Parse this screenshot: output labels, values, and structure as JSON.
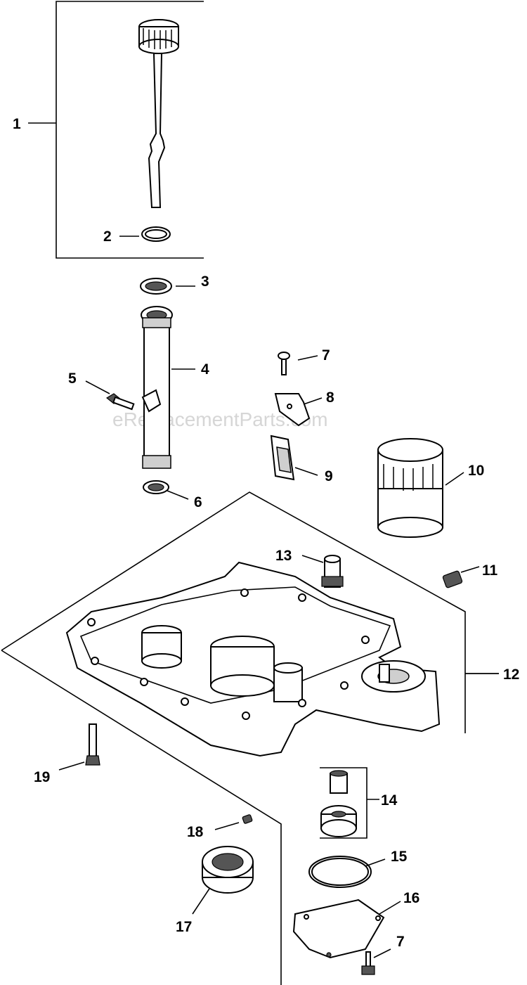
{
  "watermark": "eReplacementParts.com",
  "callouts": [
    {
      "id": "c1",
      "label": "1"
    },
    {
      "id": "c2",
      "label": "2"
    },
    {
      "id": "c3",
      "label": "3"
    },
    {
      "id": "c4",
      "label": "4"
    },
    {
      "id": "c5",
      "label": "5"
    },
    {
      "id": "c6",
      "label": "6"
    },
    {
      "id": "c7a",
      "label": "7"
    },
    {
      "id": "c8",
      "label": "8"
    },
    {
      "id": "c9",
      "label": "9"
    },
    {
      "id": "c10",
      "label": "10"
    },
    {
      "id": "c11",
      "label": "11"
    },
    {
      "id": "c12",
      "label": "12"
    },
    {
      "id": "c13",
      "label": "13"
    },
    {
      "id": "c14",
      "label": "14"
    },
    {
      "id": "c15",
      "label": "15"
    },
    {
      "id": "c16",
      "label": "16"
    },
    {
      "id": "c7b",
      "label": "7"
    },
    {
      "id": "c17",
      "label": "17"
    },
    {
      "id": "c18",
      "label": "18"
    },
    {
      "id": "c19",
      "label": "19"
    }
  ]
}
